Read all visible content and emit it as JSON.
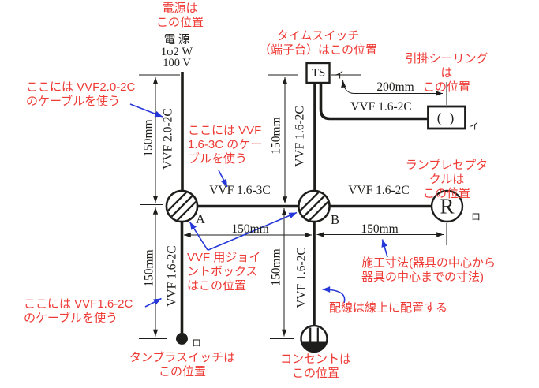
{
  "colors": {
    "annotation_red": "#ee3b36",
    "leader_blue": "#2537d8",
    "line_black": "#1d1d1b"
  },
  "annotations": {
    "power": "電源は\nこの位置",
    "time_switch": "タイムスイッチ\n（端子台）はこの位置",
    "ceiling": "引掛シーリングは\nこの位置",
    "cable_20": "ここには VVF2.0-2C\nのケーブルを使う",
    "cable_163": "ここには VVF\n1.6-3C のケー\nブルを使う",
    "lamp": "ランプレセプタクルは\nこの位置",
    "joint_box": "VVF 用ジョイ\nントボックス\nはこの位置",
    "dimension": "施工寸法(器具の中心から\n器具の中心までの寸法)",
    "wiring": "配線は線上に配置する",
    "cable_162": "ここには VVF1.6-2C\nのケーブルを使う",
    "tumbler": "タンブラスイッチは\nこの位置",
    "outlet": "コンセントは\nこの位置"
  },
  "source_label": "電 源\n1φ2 W\n100 V",
  "cable_labels": {
    "power_cable": "VVF 2.0-2C",
    "ts_to_b": "VVF 1.6-2C",
    "ts_to_ceiling": "VVF 1.6-2C",
    "a_to_b": "VVF 1.6-3C",
    "b_to_receptacle": "VVF 1.6-2C",
    "a_to_switch": "VVF 1.6-2C",
    "b_to_outlet": "VVF 1.6-2C"
  },
  "dimensions": {
    "power_to_a": "150mm",
    "ts_to_b": "150mm",
    "ts_to_ceiling": "200mm",
    "a_to_b": "150mm",
    "b_to_receptacle": "150mm",
    "a_to_switch": "150mm",
    "b_to_outlet": "150mm"
  },
  "devices": {
    "time_switch": "TS",
    "ceiling_symbol": "( )",
    "receptacle": "R",
    "junction_a": "A",
    "junction_b": "B"
  },
  "circuit_marks": {
    "ts_mark": "イ",
    "ceiling_mark": "イ",
    "switch_mark": "ロ",
    "receptacle_mark": "ロ"
  }
}
